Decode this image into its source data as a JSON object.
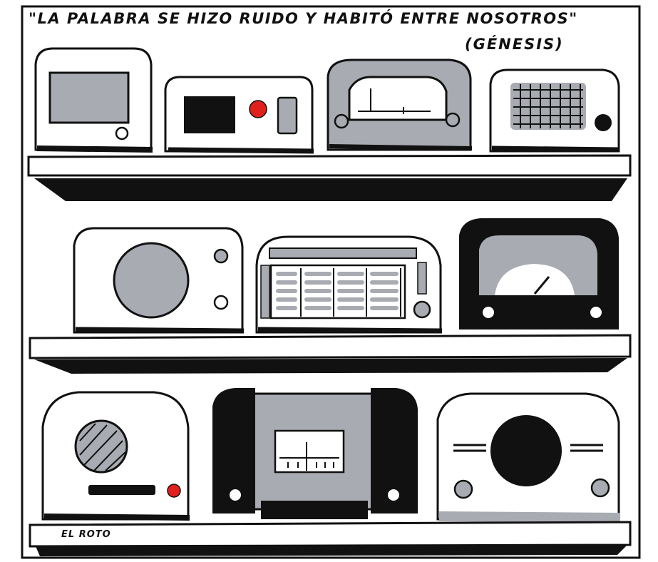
{
  "cartoon": {
    "caption": "\"LA PALABRA SE HIZO RUIDO Y HABITÓ ENTRE NOSOTROS\"",
    "source": "(GÉNESIS)",
    "signature": "EL ROTO",
    "shelves": [
      {
        "row": 1,
        "radios": [
          "radio-tv-screen",
          "radio-dark-display",
          "radio-dial-arched",
          "radio-grille-mesh"
        ]
      },
      {
        "row": 2,
        "radios": [
          "radio-round-speaker",
          "radio-louvered",
          "radio-black-gauge"
        ]
      },
      {
        "row": 3,
        "radios": [
          "radio-striped-speaker",
          "radio-black-side-panels",
          "radio-black-speaker"
        ]
      }
    ],
    "colors": {
      "ink": "#111111",
      "gray": "#a8abb1",
      "paper": "#ffffff",
      "red": "#e0201c"
    }
  }
}
